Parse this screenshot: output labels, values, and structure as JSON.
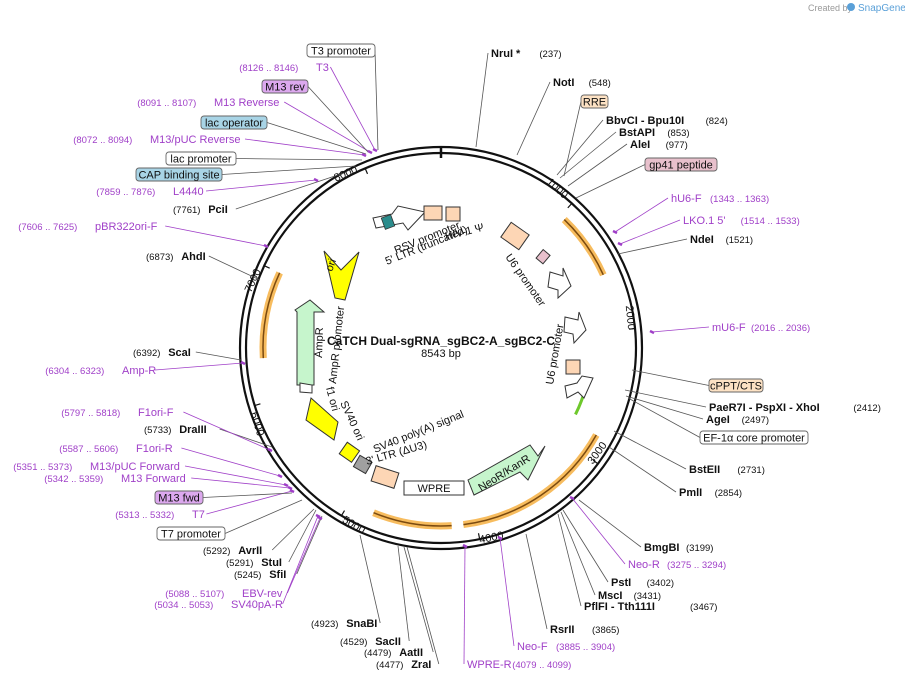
{
  "header": {
    "created_by": "Created by",
    "brand": "SnapGene"
  },
  "plasmid": {
    "name": "CaTCH Dual-sgRNA_sgBC2-A_sgBC2-C",
    "length_label": "8543 bp",
    "length": 8543
  },
  "ticks": [
    "1000",
    "2000",
    "3000",
    "4000",
    "5000",
    "6000",
    "7000",
    "8000"
  ],
  "sites": [
    {
      "name": "NruI *",
      "pos": "(237)"
    },
    {
      "name": "NotI",
      "pos": "(548)"
    },
    {
      "name": "BbvCI - Bpu10I",
      "pos": "(824)"
    },
    {
      "name": "BstAPI",
      "pos": "(853)"
    },
    {
      "name": "AleI",
      "pos": "(977)"
    },
    {
      "name": "NdeI",
      "pos": "(1521)"
    },
    {
      "name": "PaeR7I - PspXI - XhoI",
      "pos": "(2412)"
    },
    {
      "name": "AgeI",
      "pos": "(2497)"
    },
    {
      "name": "BstEII",
      "pos": "(2731)"
    },
    {
      "name": "PmlI",
      "pos": "(2854)"
    },
    {
      "name": "BmgBI",
      "pos": "(3199)"
    },
    {
      "name": "PstI",
      "pos": "(3402)"
    },
    {
      "name": "MscI",
      "pos": "(3431)"
    },
    {
      "name": "PflFI - Tth111I",
      "pos": "(3467)"
    },
    {
      "name": "RsrII",
      "pos": "(3865)"
    },
    {
      "name": "ZraI",
      "pos": "(4477)"
    },
    {
      "name": "AatII",
      "pos": "(4479)"
    },
    {
      "name": "SacII",
      "pos": "(4529)"
    },
    {
      "name": "SnaBI",
      "pos": "(4923)"
    },
    {
      "name": "SfiI",
      "pos": "(5245)"
    },
    {
      "name": "StuI",
      "pos": "(5291)"
    },
    {
      "name": "AvrII",
      "pos": "(5292)"
    },
    {
      "name": "DraIII",
      "pos": "(5733)"
    },
    {
      "name": "ScaI",
      "pos": "(6392)"
    },
    {
      "name": "AhdI",
      "pos": "(6873)"
    },
    {
      "name": "PciI",
      "pos": "(7761)"
    }
  ],
  "primers": [
    {
      "name": "hU6-F",
      "pos": "(1343 .. 1363)"
    },
    {
      "name": "LKO.1 5'",
      "pos": "(1514 .. 1533)"
    },
    {
      "name": "mU6-F",
      "pos": "(2016 .. 2036)"
    },
    {
      "name": "Neo-R",
      "pos": "(3275 .. 3294)"
    },
    {
      "name": "Neo-F",
      "pos": "(3885 .. 3904)"
    },
    {
      "name": "WPRE-R",
      "pos": "(4079 .. 4099)"
    },
    {
      "name": "EBV-rev",
      "pos": "(5088 .. 5107)"
    },
    {
      "name": "SV40pA-R",
      "pos": "(5034 .. 5053)"
    },
    {
      "name": "T7",
      "pos": "(5313 .. 5332)"
    },
    {
      "name": "M13 Forward",
      "pos": "(5342 .. 5359)"
    },
    {
      "name": "M13/pUC Forward",
      "pos": "(5351 .. 5373)"
    },
    {
      "name": "F1ori-R",
      "pos": "(5587 .. 5606)"
    },
    {
      "name": "F1ori-F",
      "pos": "(5797 .. 5818)"
    },
    {
      "name": "Amp-R",
      "pos": "(6304 .. 6323)"
    },
    {
      "name": "pBR322ori-F",
      "pos": "(7606 .. 7625)"
    },
    {
      "name": "L4440",
      "pos": "(7859 .. 7876)"
    },
    {
      "name": "M13/pUC Reverse",
      "pos": "(8072 .. 8094)"
    },
    {
      "name": "M13 Reverse",
      "pos": "(8091 .. 8107)"
    },
    {
      "name": "T3",
      "pos": "(8126 .. 8146)"
    }
  ],
  "boxes": [
    {
      "text": "T3 promoter",
      "fill": "#ffffff"
    },
    {
      "text": "M13 rev",
      "fill": "#dca8ee"
    },
    {
      "text": "lac operator",
      "fill": "#a8d4e6"
    },
    {
      "text": "lac promoter",
      "fill": "#ffffff"
    },
    {
      "text": "CAP binding site",
      "fill": "#a8d4e6"
    },
    {
      "text": "RRE",
      "fill": "#fde2c4"
    },
    {
      "text": "gp41 peptide",
      "fill": "#e8c0cc"
    },
    {
      "text": "cPPT/CTS",
      "fill": "#fde2c4"
    },
    {
      "text": "EF-1α core promoter",
      "fill": "#ffffff"
    },
    {
      "text": "M13 fwd",
      "fill": "#dca8ee"
    },
    {
      "text": "T7 promoter",
      "fill": "#ffffff"
    }
  ],
  "inner_labels": {
    "rsv": "RSV promoter",
    "ltr5": "5' LTR (truncated)",
    "hiv": "HIV-1 Ψ",
    "u6a": "U6 promoter",
    "u6b": "U6 promoter",
    "ori": "ori",
    "ampr": "AmpR",
    "ampr_prom": "AmpR promoter",
    "f1": "f1 ori",
    "sv40ori": "SV40 ori",
    "sv40pa": "SV40 poly(A) signal",
    "ltr3": "3' LTR (ΔU3)",
    "wpre": "WPRE",
    "neo": "NeoR/KanR"
  },
  "colors": {
    "primer": "#a040c8",
    "backbone": "#111111",
    "orf_highlight": "#f6b042",
    "ori": "#ffff00",
    "ampr": "#c6f5cc",
    "neo": "#c6f5cc",
    "ltr": "#fdd6b5",
    "puro_line": "#6ec82c"
  }
}
